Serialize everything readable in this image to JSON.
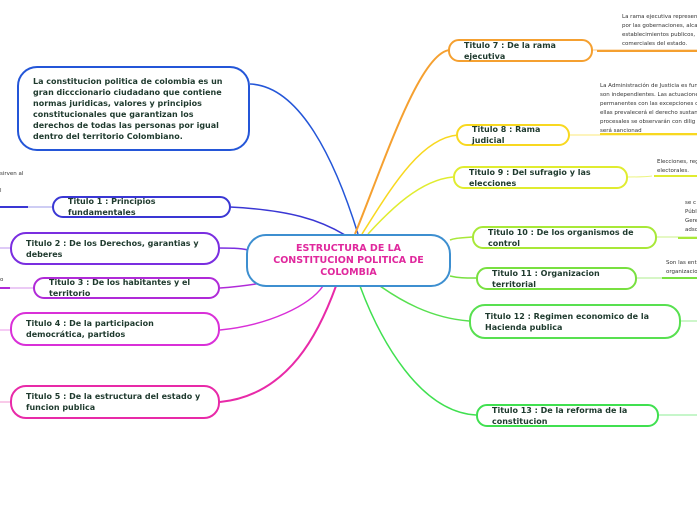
{
  "center": {
    "title": "ESTRUCTURA DE LA CONSTITUCION POLITICA DE COLOMBIA",
    "color": "#e0289d",
    "border": "#3d8fd0"
  },
  "intro": {
    "text": "La constitucion politica de colombia es un gran dicccionario ciudadano que contiene normas juridicas, valores y principios constitucionales que garantizan los derechos de todas las personas por igual dentro del territorio Colombiano.",
    "color": "#2456d8"
  },
  "left_titles": [
    {
      "label": "Titulo 1 : Principios fundamentales",
      "color": "#3a37d4"
    },
    {
      "label": "Titulo 2 : De los Derechos, garantias  y deberes",
      "color": "#7a2ee0"
    },
    {
      "label": "Titulo 3 : De los habitantes y el territorio",
      "color": "#b02ad8"
    },
    {
      "label": "Titulo 4 : De la participacion democrática, partidos",
      "color": "#d930d8"
    },
    {
      "label": "Titulo 5 : De la estructura del estado y funcion publica",
      "color": "#e82aa8"
    }
  ],
  "right_titles": [
    {
      "label": "Titulo 7 : De la rama ejecutiva",
      "color": "#f5a030"
    },
    {
      "label": "Titulo 8 : Rama judicial",
      "color": "#f8d820"
    },
    {
      "label": "Titulo 9 : Del sufragio y las elecciones",
      "color": "#e0ec30"
    },
    {
      "label": "Titulo 10 : De los organismos de control",
      "color": "#a8e838"
    },
    {
      "label": "Titulo 11 : Organizacion territorial",
      "color": "#78e040"
    },
    {
      "label": "Titulo 12 : Regimen economico de la Hacienda publica",
      "color": "#58e050"
    },
    {
      "label": "Titulo 13 : De la reforma de la constitucion",
      "color": "#40e050"
    }
  ],
  "notes": {
    "t7": [
      "La rama ejecutiva represen",
      "por las gobernaciones, alca",
      "establecimientos publicos,",
      "comerciales del estado."
    ],
    "t8": [
      "La Administración de Justicia es fun",
      "son independientes. Las actuacione",
      "permanentes con las excepciones q",
      "ellas prevalecerá el derecho sustan",
      "procesales se observarán con dilig",
      "será sancionad"
    ],
    "t9": [
      "Elecciones, reg",
      "electorales."
    ],
    "t10": [
      "se c",
      "Públ",
      "Gere",
      "adsc"
    ],
    "t11": [
      "Son las ent",
      "organizacio"
    ],
    "t1_left": [
      "sirven al",
      "l"
    ],
    "t3_left": [
      "o"
    ]
  }
}
